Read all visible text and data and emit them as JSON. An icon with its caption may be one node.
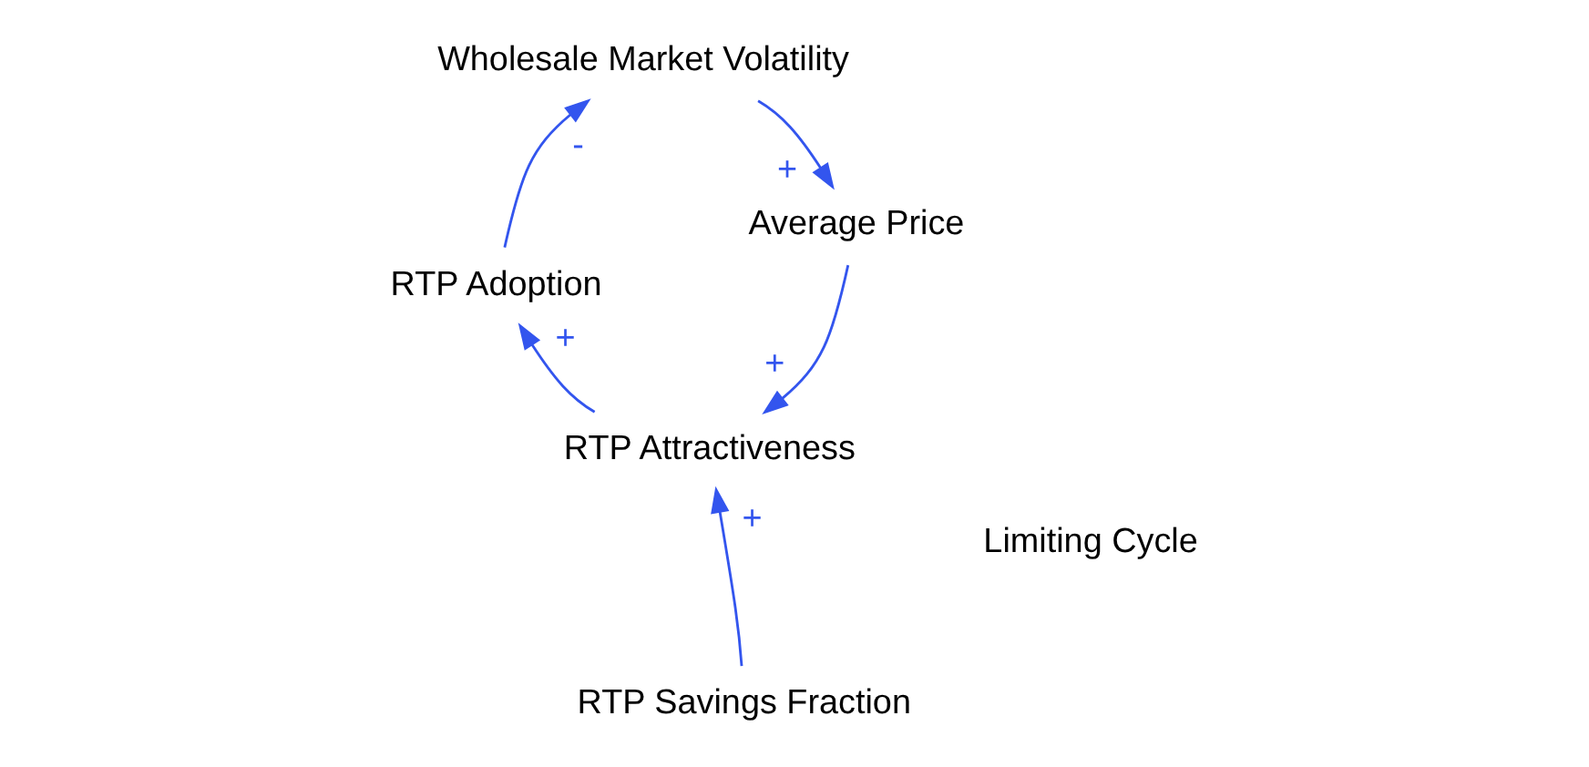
{
  "diagram": {
    "nodes": [
      {
        "text": [
          "RTP Savings Fraction"
        ]
      },
      {
        "text": [
          "RTP Attractiveness"
        ]
      },
      {
        "text": [
          "RTP Adoption"
        ]
      },
      {
        "text": [
          "Wholesale Market Volatility"
        ]
      },
      {
        "text": [
          "Average Price"
        ]
      }
    ],
    "edges": [
      {
        "from": 0,
        "to": 1,
        "arrow": "to",
        "label": "+"
      },
      {
        "from": 1,
        "to": 2,
        "arrow": "to",
        "label": "+"
      },
      {
        "from": 2,
        "to": 3,
        "arrow": "to",
        "label": "-"
      },
      {
        "from": 3,
        "to": 4,
        "arrow": "to",
        "label": "+"
      },
      {
        "from": 4,
        "to": 1,
        "arrow": "to",
        "label": "+"
      }
    ],
    "labels": [
      "Limiting Cycle"
    ]
  }
}
